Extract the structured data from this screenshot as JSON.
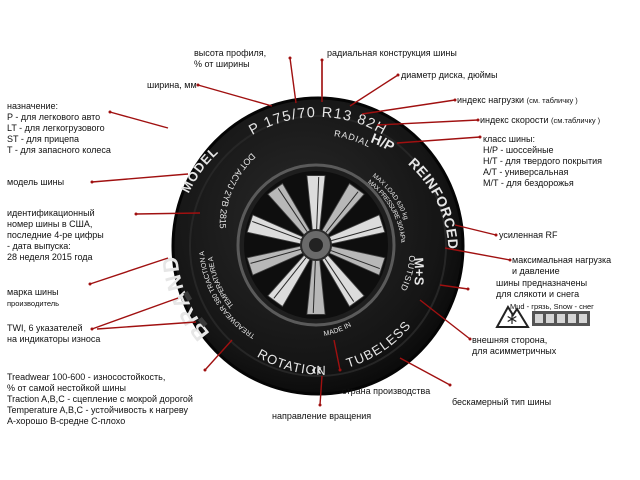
{
  "sidewall": {
    "size": "P 175/70 R13 82H",
    "radial": "RADIAL",
    "hp": "H/P",
    "reinforced": "REINFORCED",
    "model": "MODEL",
    "dot": "DOT AC7J 2YB 2815",
    "max_load": "MAX LOAD 630 kg",
    "max_pressure": "MAX PRESSURE 300 kPa",
    "treadwear": "TREADWEAR 380 TRACTION A",
    "temperature": "TEMPERATURE A",
    "brand": "BRAND",
    "ms": "M+S",
    "outside": "OUTSIDE",
    "tubeless": "TUBELESS",
    "made_in": "MADE IN",
    "rotation": "ROTATION",
    "chevrons": "‹‹"
  },
  "labels": {
    "profile": "высота профиля,\n% от ширины",
    "radial": "радиальная конструкция шины",
    "width": "ширина, мм",
    "rim": "диаметр диска, дюймы",
    "load_index": "индекс нагрузки",
    "load_index_note": "(см. табличку )",
    "speed_index": "индекс скорости",
    "speed_index_note": "(см.табличку )",
    "purpose": "назначение:\nP - для легкового авто\nLT - для легкогрузового\nST - для прицепа\nT - для запасного колеса",
    "class": "класс шины:\nH/P - шоссейные\nH/T - для твердого покрытия\nA/T - универсальная\nM/T - для бездорожья",
    "model": "модель шины",
    "id": "идентификационный\nномер шины в США,\nпоследние 4-ре цифры\n- дата выпуска:\n28 неделя 2015 года",
    "rf": "усиленная RF",
    "max": "максимальная нагрузка\nи давление",
    "brand": "марка шины",
    "producer": "производитель",
    "ms": "шины предназначены\nдля слякоти и снега",
    "ms_note": "Mud - грязь, Snow - снег",
    "twi": "TWI, 6 указателей\nна индикаторы износа",
    "outside": "внешняя сторона,\nдля асимметричных",
    "treadwear": "Treadwear 100-600 - износостойкость,\n% от самой нестойкой шины\nTraction A,B,C - сцепление с мокрой дорогой\nTemperature A,B,C - устойчивость к нагреву\nA-хорошо B-средне C-плохо",
    "country": "страна производства",
    "tubeless": "бескамерный тип шины",
    "rotation": "направление вращения"
  },
  "icons": [
    "mountain-snowflake-icon",
    "mud-snow-tread-icon"
  ],
  "colors": {
    "accent": "#a01010",
    "tire": "#1a1a1a",
    "text": "#111111",
    "sidewall_text": "#e6e6e6"
  }
}
